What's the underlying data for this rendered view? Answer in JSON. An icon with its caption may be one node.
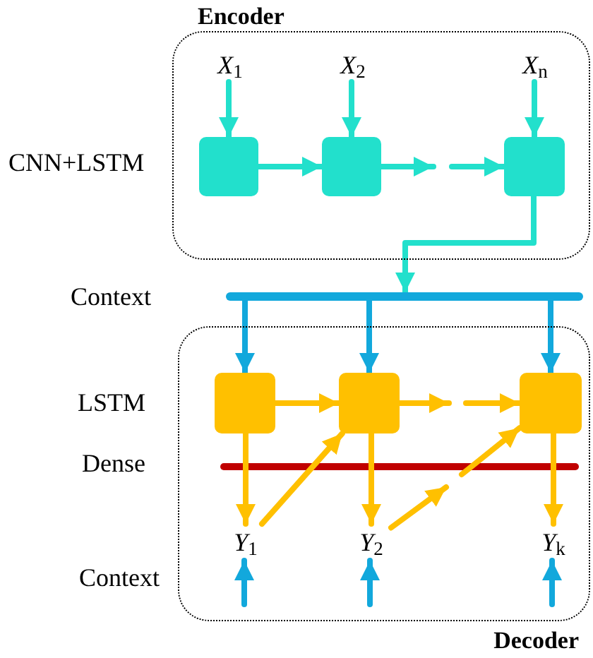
{
  "diagram": {
    "nodes": [
      {
        "text": [
          "Encoder"
        ]
      },
      {
        "text": [],
        "shape": "box",
        "in": 0
      },
      {
        "text": [],
        "shape": "box",
        "in": 0
      },
      {
        "text": [],
        "shape": "box",
        "in": 0
      },
      {
        "text": [
          "*X*$_{1}$"
        ],
        "in": 0
      },
      {
        "text": [
          "*X*$_{2}$"
        ],
        "in": 0
      },
      {
        "text": [
          "*X*$_{n}$"
        ],
        "in": 0
      },
      {
        "text": [],
        "shape": "bar"
      },
      {
        "text": [
          "Decoder"
        ]
      },
      {
        "text": [],
        "shape": "box",
        "in": 8
      },
      {
        "text": [],
        "shape": "box",
        "in": 8
      },
      {
        "text": [],
        "shape": "box",
        "in": 8
      },
      {
        "text": [
          "*Y*$_{1}$"
        ],
        "in": 8
      },
      {
        "text": [
          "*Y*$_{2}$"
        ],
        "in": 8
      },
      {
        "text": [
          "*Y*$_{k}$"
        ],
        "in": 8
      }
    ],
    "edges": [
      {
        "from": 4,
        "to": 1,
        "arrow": "to",
        "color": "#22e0cc"
      },
      {
        "from": 5,
        "to": 2,
        "arrow": "to",
        "color": "#22e0cc"
      },
      {
        "from": 6,
        "to": 3,
        "arrow": "to",
        "color": "#22e0cc"
      },
      {
        "from": 1,
        "to": 2,
        "arrow": "to",
        "color": "#22e0cc"
      },
      {
        "from": 2,
        "to": null,
        "arrow": "to",
        "color": "#22e0cc"
      },
      {
        "from": null,
        "to": 3,
        "arrow": "to",
        "color": "#22e0cc"
      },
      {
        "from": 3,
        "to": 7,
        "arrow": "to",
        "color": "#22e0cc"
      },
      {
        "from": 7,
        "to": 9,
        "arrow": "to",
        "color": "#12a8dc"
      },
      {
        "from": 7,
        "to": 10,
        "arrow": "to",
        "color": "#12a8dc"
      },
      {
        "from": 7,
        "to": 11,
        "arrow": "to",
        "color": "#12a8dc"
      },
      {
        "from": 9,
        "to": 10,
        "arrow": "to"
      },
      {
        "from": 10,
        "to": null,
        "arrow": "to"
      },
      {
        "from": null,
        "to": 11,
        "arrow": "to"
      },
      {
        "from": 9,
        "to": 12,
        "arrow": "to"
      },
      {
        "from": 10,
        "to": 13,
        "arrow": "to"
      },
      {
        "from": 11,
        "to": 14,
        "arrow": "to"
      },
      {
        "from": 12,
        "to": 10,
        "arrow": "to"
      },
      {
        "from": 13,
        "to": null,
        "arrow": "to"
      },
      {
        "from": null,
        "to": 11,
        "arrow": "to"
      },
      {
        "from": null,
        "to": 12,
        "arrow": "to",
        "color": "#12a8dc"
      },
      {
        "from": null,
        "to": 13,
        "arrow": "to",
        "color": "#12a8dc"
      },
      {
        "from": null,
        "to": 14,
        "arrow": "to",
        "color": "#12a8dc"
      }
    ],
    "labels": [
      "CNN+LSTM",
      "Context",
      "LSTM",
      "Dense",
      "Context"
    ]
  }
}
